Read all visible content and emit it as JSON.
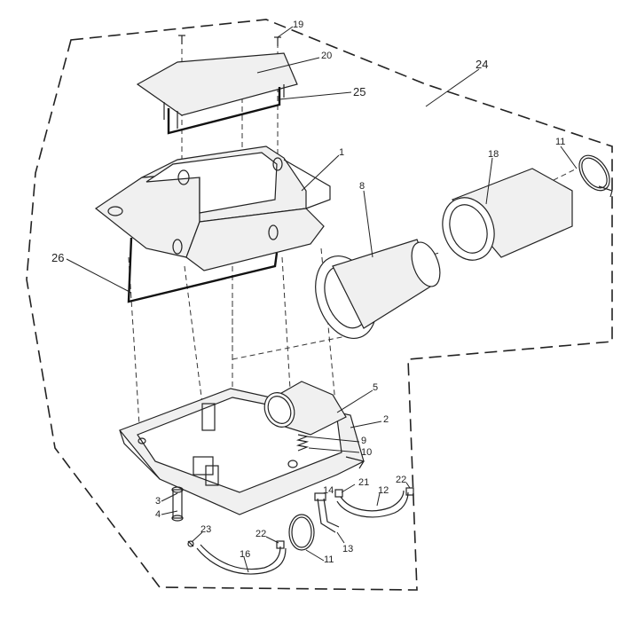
{
  "colors": {
    "line": "#222222",
    "background": "#ffffff",
    "part_fill": "#f0f0f0"
  },
  "labels": [
    {
      "id": "l19",
      "text": "19"
    },
    {
      "id": "l20",
      "text": "20"
    },
    {
      "id": "l24",
      "text": "24"
    },
    {
      "id": "l25",
      "text": "25"
    },
    {
      "id": "l1",
      "text": "1"
    },
    {
      "id": "l11a",
      "text": "11"
    },
    {
      "id": "l18",
      "text": "18"
    },
    {
      "id": "l8",
      "text": "8"
    },
    {
      "id": "l26",
      "text": "26"
    },
    {
      "id": "l5",
      "text": "5"
    },
    {
      "id": "l2",
      "text": "2"
    },
    {
      "id": "l9",
      "text": "9"
    },
    {
      "id": "l10",
      "text": "10"
    },
    {
      "id": "l22a",
      "text": "22"
    },
    {
      "id": "l21",
      "text": "21"
    },
    {
      "id": "l14",
      "text": "14"
    },
    {
      "id": "l12",
      "text": "12"
    },
    {
      "id": "l3",
      "text": "3"
    },
    {
      "id": "l4",
      "text": "4"
    },
    {
      "id": "l23",
      "text": "23"
    },
    {
      "id": "l22b",
      "text": "22"
    },
    {
      "id": "l16",
      "text": "16"
    },
    {
      "id": "l11b",
      "text": "11"
    },
    {
      "id": "l13",
      "text": "13"
    }
  ]
}
